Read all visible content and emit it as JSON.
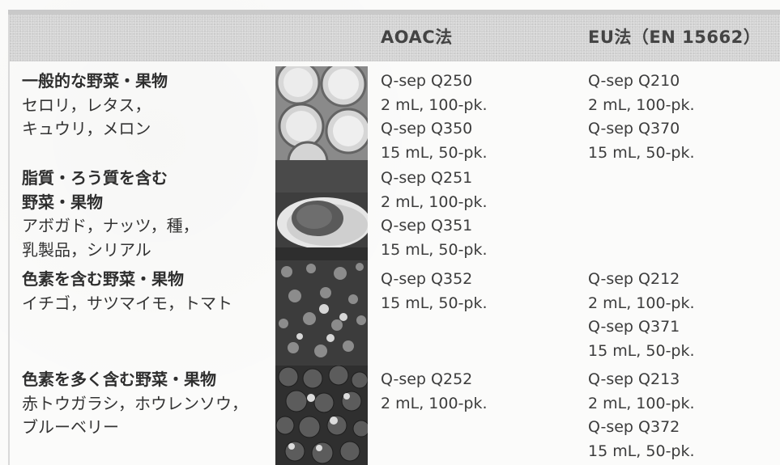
{
  "header": {
    "aoac_label": "AOAC法",
    "eu_label": "EU法（EN 15662）"
  },
  "rows": [
    {
      "category_lines": [
        "一般的な野菜・果物",
        "セロリ，レタス，",
        "キュウリ，メロン"
      ],
      "category_bold_lines": 1,
      "aoac": [
        "Q-sep Q250",
        "2 mL, 100-pk.",
        "Q-sep Q350",
        "15 mL, 50-pk."
      ],
      "eu": [
        "Q-sep Q210",
        "2 mL, 100-pk.",
        "Q-sep Q370",
        "15 mL, 50-pk."
      ]
    },
    {
      "category_lines": [
        "脂質・ろう質を含む",
        "野菜・果物",
        "アボガド，ナッツ，種，",
        "乳製品，シリアル"
      ],
      "category_bold_lines": 2,
      "aoac": [
        "Q-sep Q251",
        "2 mL, 100-pk.",
        "Q-sep Q351",
        "15 mL, 50-pk."
      ],
      "eu": []
    },
    {
      "category_lines": [
        "色素を含む野菜・果物",
        "イチゴ，サツマイモ，トマト"
      ],
      "category_bold_lines": 1,
      "aoac": [
        "Q-sep Q352",
        "15 mL, 50-pk."
      ],
      "eu": [
        "Q-sep Q212",
        "2 mL, 100-pk.",
        "Q-sep Q371",
        "15 mL, 50-pk."
      ]
    },
    {
      "category_lines": [
        "色素を多く含む野菜・果物",
        "赤トウガラシ，ホウレンソウ，",
        "ブルーベリー"
      ],
      "category_bold_lines": 1,
      "aoac": [
        "Q-sep Q252",
        "2 mL, 100-pk."
      ],
      "eu": [
        "Q-sep Q213",
        "2 mL, 100-pk.",
        "Q-sep Q372",
        "15 mL, 50-pk."
      ]
    }
  ]
}
